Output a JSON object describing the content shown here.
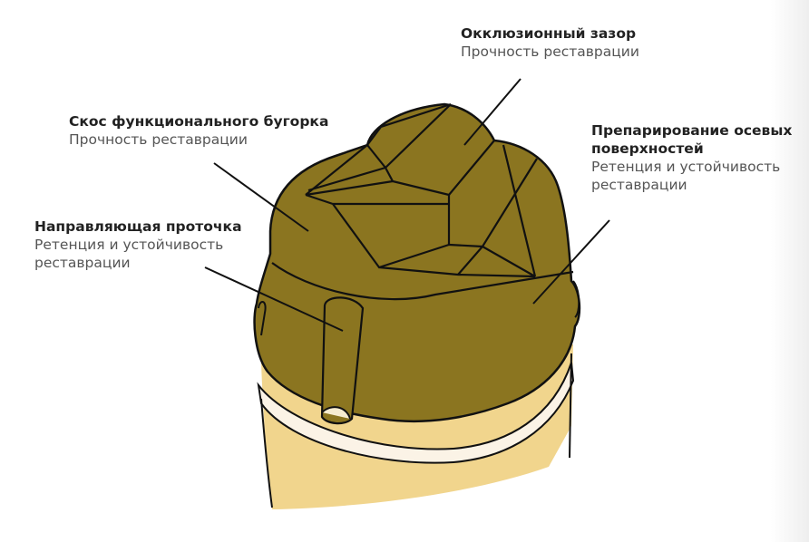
{
  "labels": [
    {
      "title": "Окклюзионный зазор",
      "sub": "Прочность реставрации"
    },
    {
      "title": "Скос функционального бугорка",
      "sub": "Прочность реставрации"
    },
    {
      "title": "Препарирование осевых поверхностей",
      "sub": "Ретенция и устойчивость реставрации"
    },
    {
      "title": "Направляющая проточка",
      "sub": "Ретенция и устойчивость реставрации"
    }
  ],
  "colors": {
    "crown": "#8b7520",
    "root": "#f1d58d",
    "margin": "#fbf3e6",
    "line": "#111111"
  }
}
